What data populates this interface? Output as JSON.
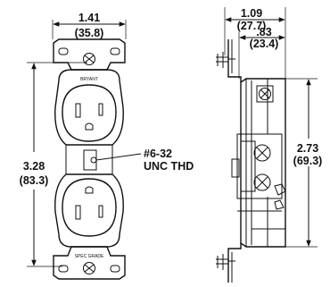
{
  "front_view": {
    "width_in": "1.41",
    "width_mm": "(35.8)",
    "height_in": "3.28",
    "height_mm": "(83.3)",
    "brand_label": "BRYANT",
    "bottom_label": "SPEC GRADE",
    "screw_label_line1": "#6-32",
    "screw_label_line2": "UNC THD"
  },
  "side_view": {
    "depth_in": "1.09",
    "depth_mm": "(27.7)",
    "body_depth_in": ".83",
    "body_depth_mm": "(23.4)",
    "mount_height_in": "2.73",
    "mount_height_mm": "(69.3)"
  }
}
